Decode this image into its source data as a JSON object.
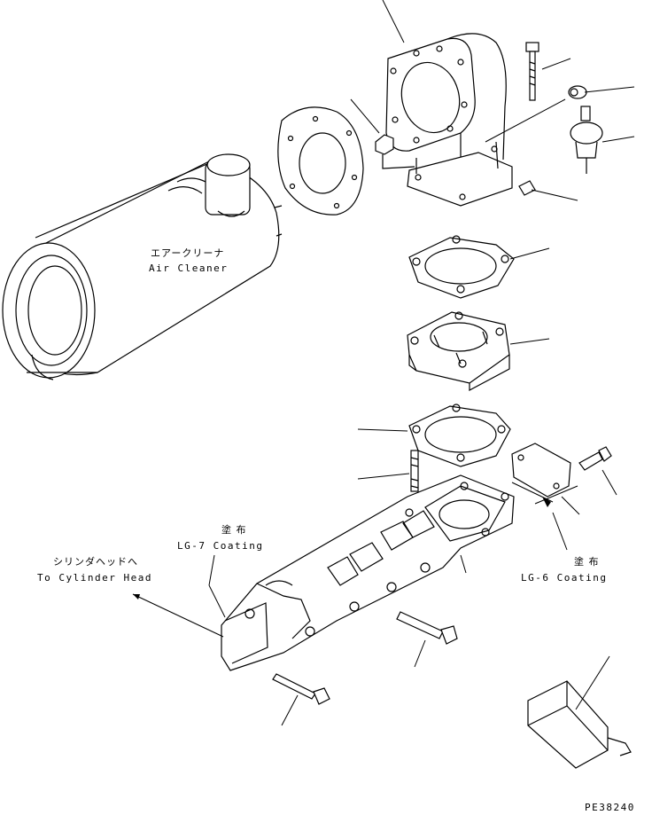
{
  "labels": {
    "air_cleaner_jp": "エアークリーナ",
    "air_cleaner_en": "Air Cleaner",
    "coating_jp_left": "塗 布",
    "coating_en_left": "LG-7 Coating",
    "cylinder_head_jp": "シリンダヘッドへ",
    "cylinder_head_en": "To Cylinder Head",
    "coating_jp_right": "塗 布",
    "coating_en_right": "LG-6 Coating",
    "drawing_number": "PE38240"
  }
}
